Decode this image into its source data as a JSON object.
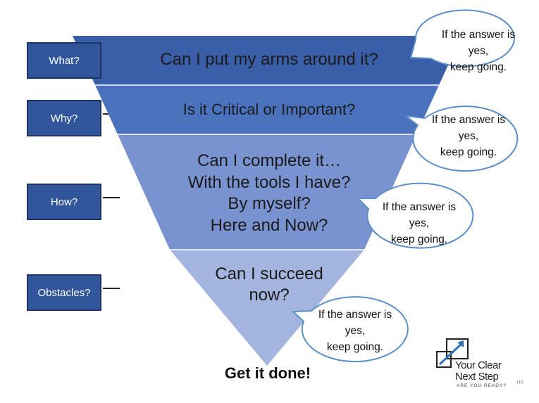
{
  "levels": [
    {
      "side_label": "What?",
      "lines": [
        "Can I put my arms around it?"
      ],
      "color": "#3a5fa8"
    },
    {
      "side_label": "Why?",
      "lines": [
        "Is it Critical or Important?"
      ],
      "color": "#4b73bd"
    },
    {
      "side_label": "How?",
      "lines": [
        "Can I complete it…",
        "With the tools I have?",
        "By myself?",
        "Here and Now?"
      ],
      "color": "#7893cf"
    },
    {
      "side_label": "Obstacles?",
      "lines": [
        "Can I succeed",
        "now?"
      ],
      "color": "#a3b5de"
    }
  ],
  "bubble": {
    "line1": "If the answer is",
    "line2": "yes,",
    "line3": "keep going."
  },
  "final_text": "Get it done!",
  "logo": {
    "line1": "Your Clear",
    "line2": "Next Step",
    "tagline": "ARE YOU READY?",
    "suffix": "LLC"
  },
  "colors": {
    "box_fill": "#31569c",
    "bubble_stroke": "#5b8fc7",
    "divider": "#ffffff"
  }
}
